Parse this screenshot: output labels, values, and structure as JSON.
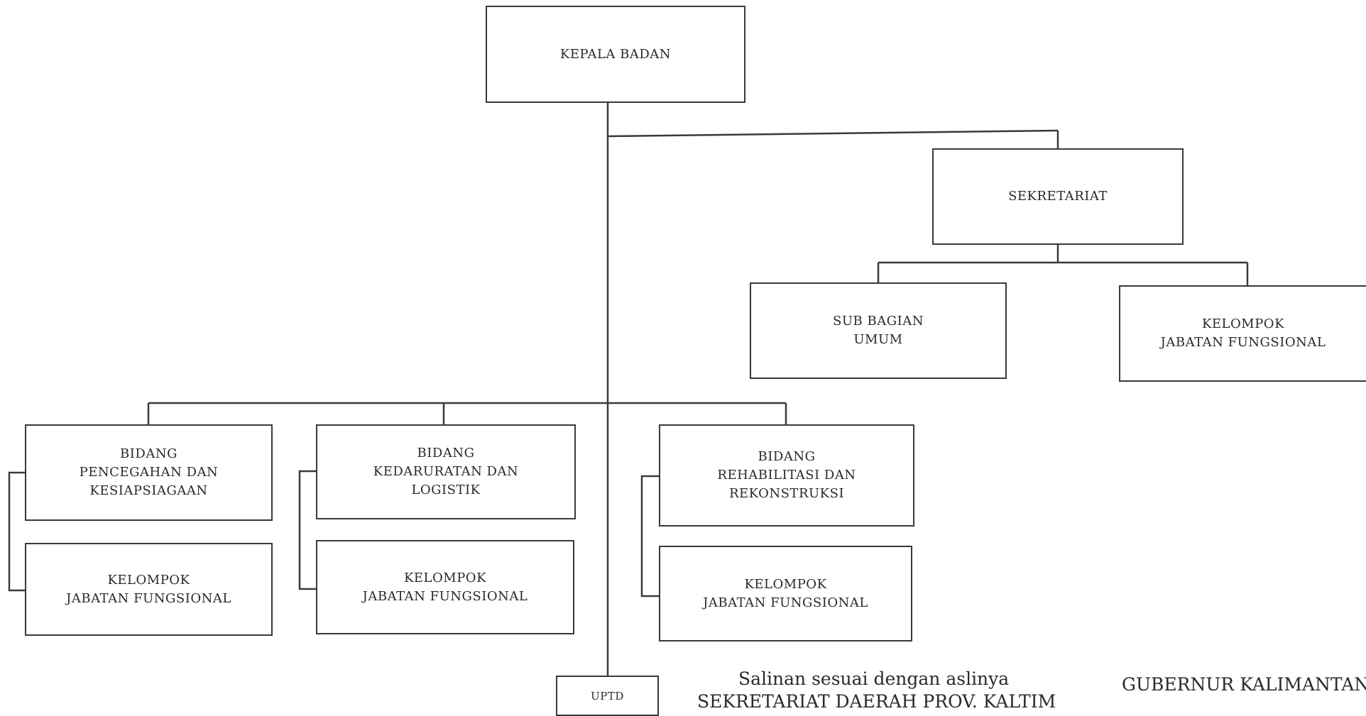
{
  "org_chart": {
    "head": "KEPALA BADAN",
    "secretariat": {
      "title": "SEKRETARIAT",
      "children": [
        [
          "SUB BAGIAN",
          "UMUM"
        ],
        [
          "KELOMPOK",
          "JABATAN FUNGSIONAL"
        ]
      ]
    },
    "divisions": [
      {
        "title": [
          "BIDANG",
          "PENCEGAHAN DAN",
          "KESIAPSIAGAAN"
        ],
        "group": [
          "KELOMPOK",
          "JABATAN FUNGSIONAL"
        ]
      },
      {
        "title": [
          "BIDANG",
          "KEDARURATAN DAN",
          "LOGISTIK"
        ],
        "group": [
          "KELOMPOK",
          "JABATAN FUNGSIONAL"
        ]
      },
      {
        "title": [
          "BIDANG",
          "REHABILITASI DAN",
          "REKONSTRUKSI"
        ],
        "group": [
          "KELOMPOK",
          "JABATAN FUNGSIONAL"
        ]
      }
    ],
    "uptd": "UPTD"
  },
  "footer": {
    "copy_note": "Salinan sesuai dengan aslinya",
    "issuer": "SEKRETARIAT DAERAH PROV. KALTIM",
    "governor": "GUBERNUR KALIMANTAN"
  }
}
